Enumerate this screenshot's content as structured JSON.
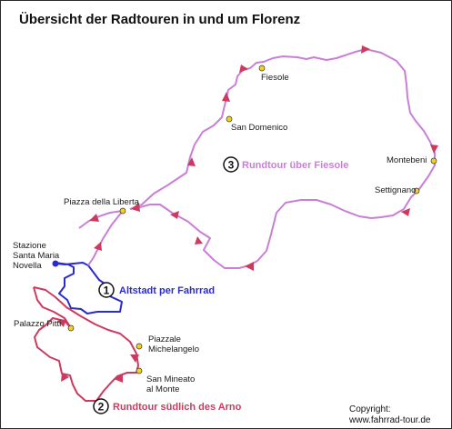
{
  "title": "Übersicht der Radtouren in und um Florenz",
  "routes": {
    "altstadt": {
      "number": "1",
      "label": "Altstadt per Fahrrad",
      "color": "#2b2bcc"
    },
    "fiesole": {
      "number": "3",
      "label": "Rundtour über Fiesole",
      "color": "#c97fd6"
    },
    "arno": {
      "number": "2",
      "label": "Rundtour südlich des Arno",
      "color": "#cc3b5f"
    }
  },
  "places": {
    "fiesole": "Fiesole",
    "san_domenico": "San Domenico",
    "montebeni": "Montebeni",
    "settignano": "Settignano",
    "piazza_liberta": "Piazza della Liberta",
    "stazione_1": "Stazione",
    "stazione_2": "Santa Maria",
    "stazione_3": "Novella",
    "palazzo_pitti": "Palazzo Pitti",
    "piazzale_1": "Piazzale",
    "piazzale_2": "Michelangelo",
    "san_mineato_1": "San Mineato",
    "san_mineato_2": "al Monte"
  },
  "copyright": {
    "line1": "Copyright:",
    "line2": "www.fahrrad-tour.de"
  },
  "marker_color": "#f2d21b"
}
